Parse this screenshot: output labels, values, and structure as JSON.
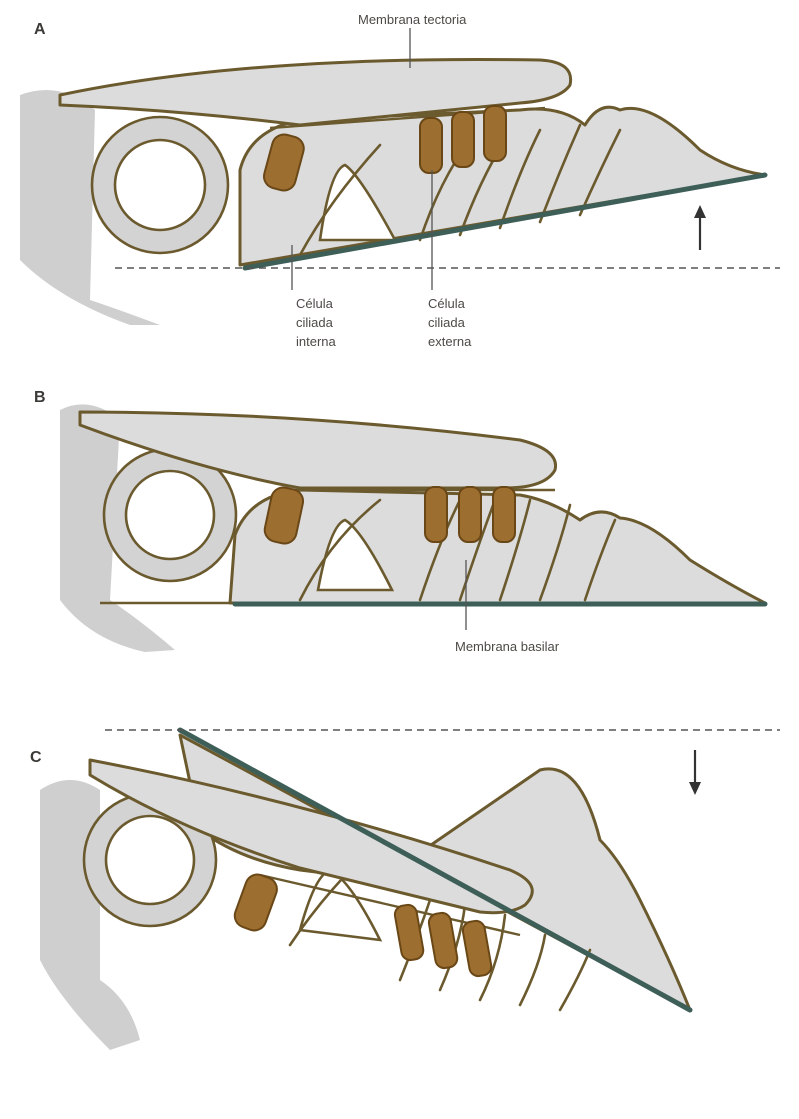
{
  "panels": [
    {
      "letter": "A",
      "movement": "up"
    },
    {
      "letter": "B",
      "movement": "rest"
    },
    {
      "letter": "C",
      "movement": "down"
    }
  ],
  "labels": {
    "tectorial": "Membrana tectoria",
    "inner_hair_cell": [
      "Célula",
      "ciliada",
      "interna"
    ],
    "outer_hair_cell": [
      "Célula",
      "ciliada",
      "externa"
    ],
    "basilar": "Membrana basilar"
  },
  "colors": {
    "hair_cell": "#9c6e30",
    "outline": "#6b5a2e",
    "tissue": "#d8d8d8",
    "basilar_membrane": "#3e5e58"
  }
}
